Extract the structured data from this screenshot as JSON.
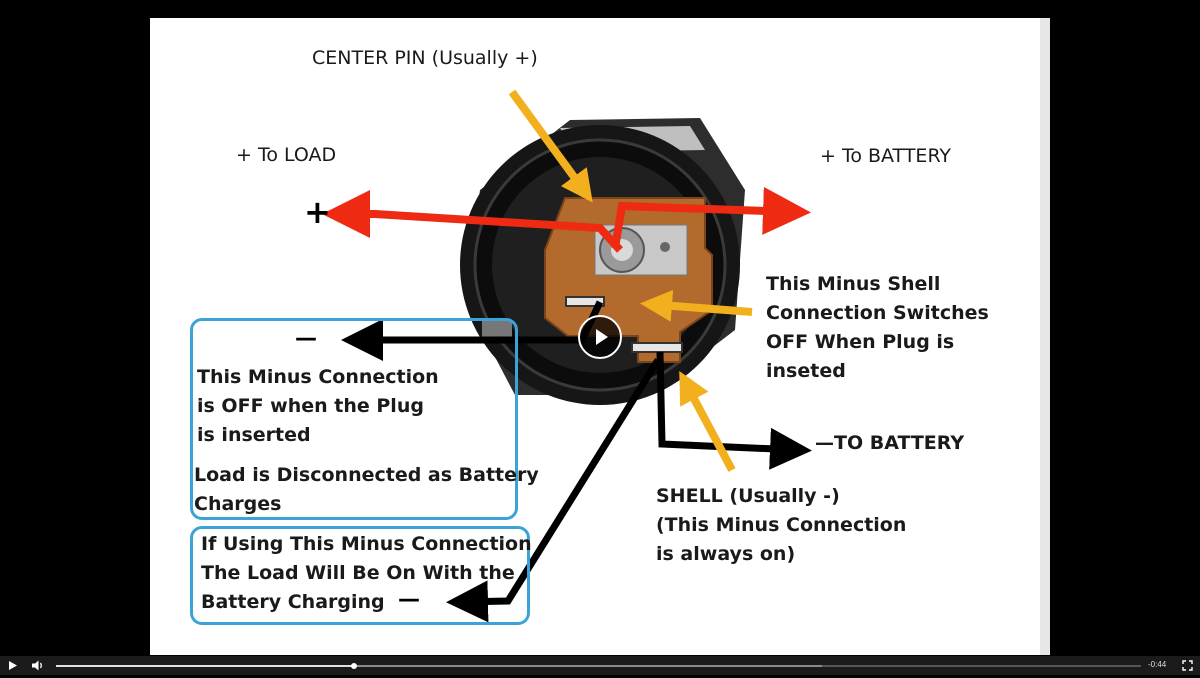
{
  "slide": {
    "center_pin_label": "CENTER PIN (Usually +)",
    "to_load_label": "+ To LOAD",
    "to_battery_label": "+ To BATTERY",
    "plus_symbol": "+",
    "minus_symbol": "—",
    "minus_symbol_small": "—",
    "switch_note": "This Minus Shell\nConnection Switches\nOFF When Plug is\ninseted",
    "minus_off_note": "This Minus Connection\nis OFF when the Plug\nis inserted",
    "load_disconnected_note": "Load is Disconnected as Battery\nCharges",
    "minus_on_note": "If Using This Minus Connection\nThe Load Will Be On With the\nBattery Charging",
    "to_battery_minus_label": "—TO BATTERY",
    "shell_note": "SHELL (Usually -)\n(This Minus Connection\nis always on)",
    "colors": {
      "red_wire": "#ee2a12",
      "black_wire": "#000000",
      "pointer_arrow": "#f2b01e",
      "box_border": "#3aa3d8"
    }
  },
  "player": {
    "play_icon": "play-icon",
    "volume_icon": "volume-icon",
    "fullscreen_icon": "fullscreen-icon",
    "big_play_icon": "play-icon",
    "time_remaining": "-0:44",
    "progress_fraction": 0.275,
    "buffered_fraction": 0.706
  }
}
